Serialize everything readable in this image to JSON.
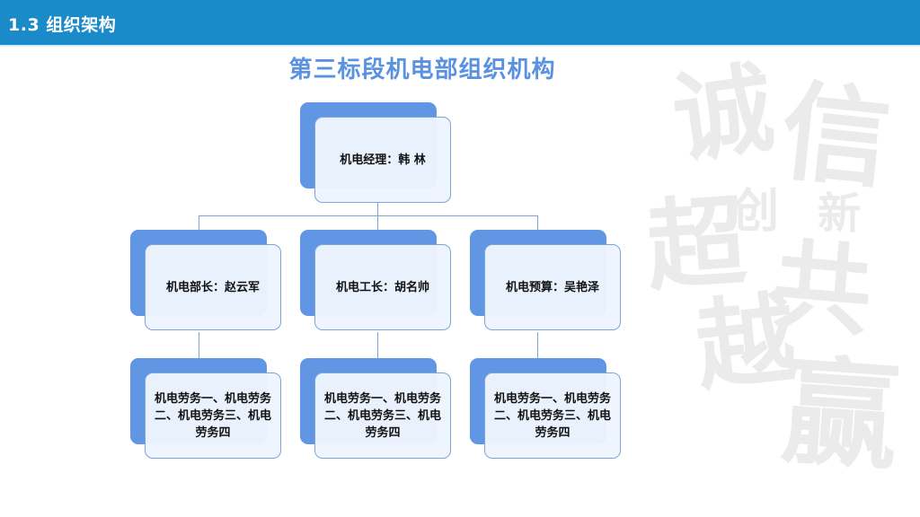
{
  "header": {
    "title": "1.3 组织架构",
    "color": "#1a8ac8"
  },
  "diagram": {
    "title": "第三标段机电部组织机构",
    "title_color": "#5b92e0",
    "node_back_color": "#6096e4",
    "node_front_color": "#eef5fe",
    "connector_color": "#7ea3d6",
    "root": {
      "label": "机电经理：韩 林"
    },
    "level2": [
      {
        "label": "机电部长：赵云军"
      },
      {
        "label": "机电工长：胡名帅"
      },
      {
        "label": "机电预算：吴艳泽"
      }
    ],
    "level3": [
      {
        "label": "机电劳务一、机电劳务二、机电劳务三、机电劳务四"
      },
      {
        "label": "机电劳务一、机电劳务二、机电劳务三、机电劳务四"
      },
      {
        "label": "机电劳务一、机电劳务二、机电劳务三、机电劳务四"
      }
    ]
  },
  "watermark": {
    "chars": [
      "诚",
      "信",
      "创",
      "新",
      "超",
      "共",
      "越",
      "赢"
    ]
  }
}
